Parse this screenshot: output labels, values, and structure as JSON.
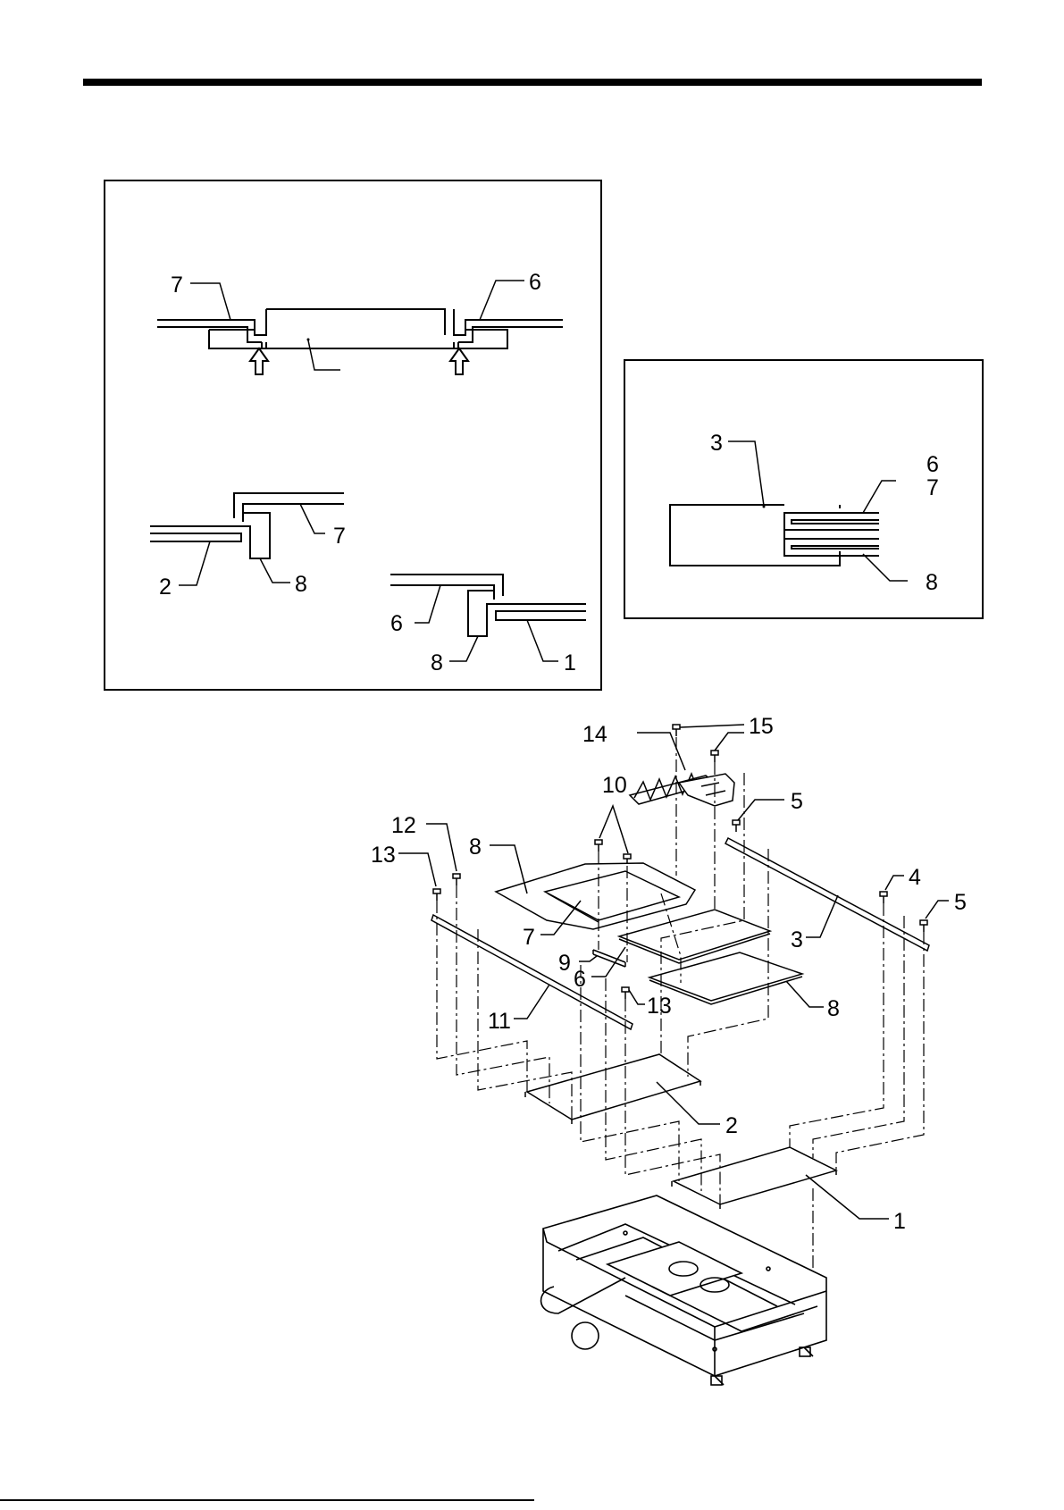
{
  "page": {
    "header_rule": "",
    "footer_rule": ""
  },
  "detail_a": {
    "callouts": {
      "left_top": "7",
      "right_top": "6",
      "mid_left_a": "7",
      "mid_left_b": "2",
      "mid_left_c": "8",
      "low_right_a": "6",
      "low_right_b": "8",
      "low_right_c": "1"
    }
  },
  "detail_b": {
    "callouts": {
      "a": "3",
      "b": "6",
      "c": "7",
      "d": "8"
    }
  },
  "exploded_view": {
    "callouts": {
      "p1": "1",
      "p2": "2",
      "p3": "3",
      "p4": "4",
      "p5a": "5",
      "p5b": "5",
      "p6": "6",
      "p7": "7",
      "p8a": "8",
      "p8b": "8",
      "p9": "9",
      "p10": "10",
      "p11": "11",
      "p12": "12",
      "p13a": "13",
      "p13b": "13",
      "p14": "14",
      "p15": "15"
    }
  },
  "colors": {
    "ink": "#000000",
    "paper": "#ffffff"
  }
}
